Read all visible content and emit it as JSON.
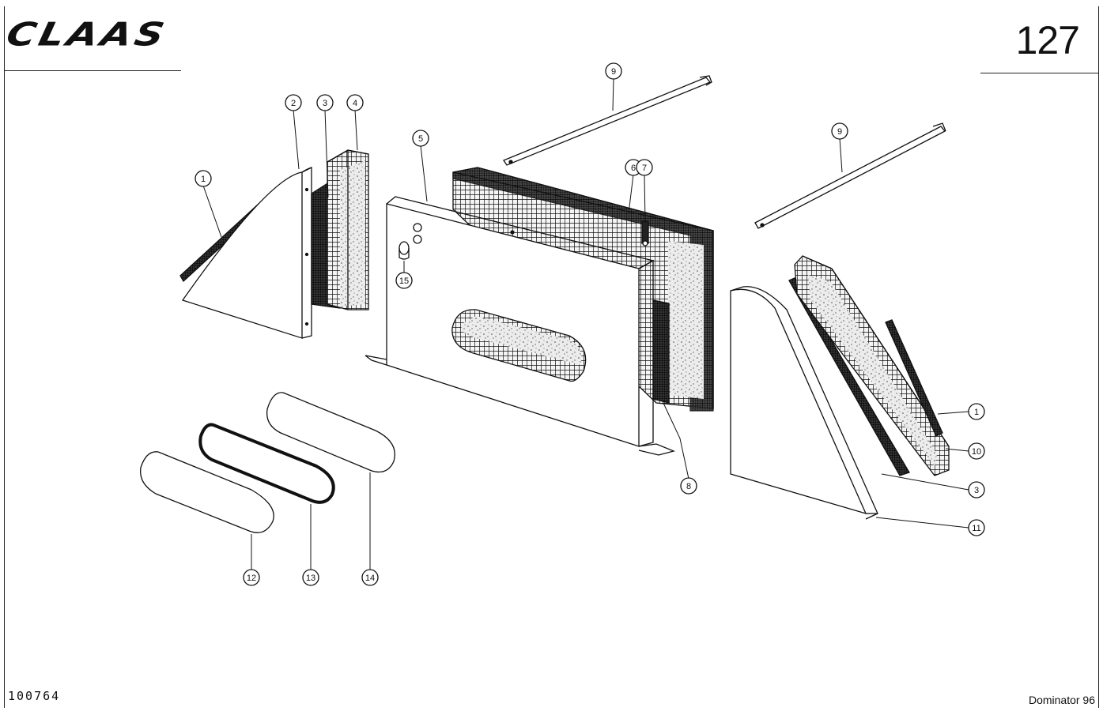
{
  "header": {
    "brand": "CLAAS",
    "page_number": "127"
  },
  "footer": {
    "document_code": "100764",
    "model": "Dominator 96"
  },
  "callouts": [
    {
      "id": "c1a",
      "label": "1"
    },
    {
      "id": "c2",
      "label": "2"
    },
    {
      "id": "c3a",
      "label": "3"
    },
    {
      "id": "c4",
      "label": "4"
    },
    {
      "id": "c5",
      "label": "5"
    },
    {
      "id": "c6",
      "label": "6"
    },
    {
      "id": "c7",
      "label": "7"
    },
    {
      "id": "c8",
      "label": "8"
    },
    {
      "id": "c9a",
      "label": "9"
    },
    {
      "id": "c9b",
      "label": "9"
    },
    {
      "id": "c15",
      "label": "15"
    },
    {
      "id": "c1b",
      "label": "1"
    },
    {
      "id": "c10",
      "label": "10"
    },
    {
      "id": "c3b",
      "label": "3"
    },
    {
      "id": "c11",
      "label": "11"
    },
    {
      "id": "c12",
      "label": "12"
    },
    {
      "id": "c13",
      "label": "13"
    },
    {
      "id": "c14",
      "label": "14"
    }
  ]
}
